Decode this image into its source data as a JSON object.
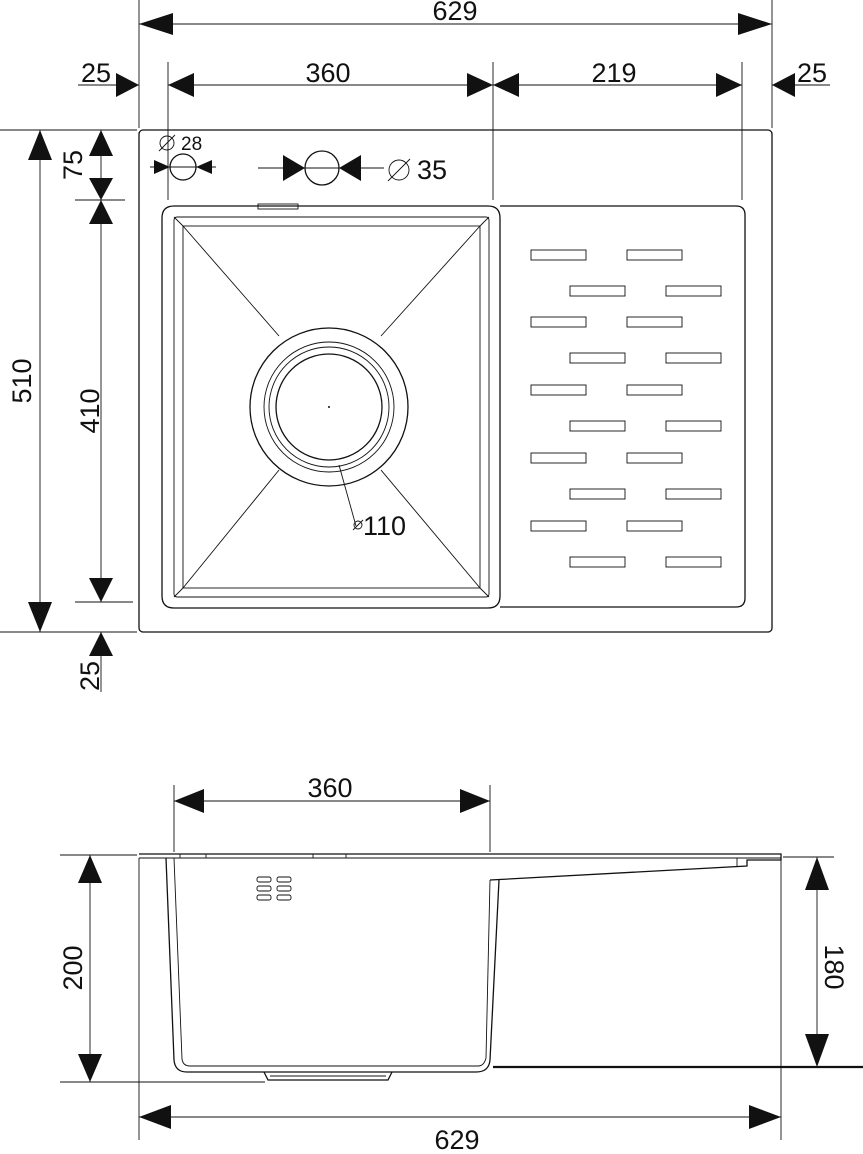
{
  "top_view": {
    "overall_width": "629",
    "left_margin": "25",
    "bowl_width": "360",
    "drainboard_width": "219",
    "right_margin": "25",
    "overall_depth": "510",
    "back_margin": "75",
    "bowl_depth": "410",
    "front_margin": "25",
    "small_hole_diameter": "28",
    "tap_hole_diameter": "35",
    "drain_diameter": "110"
  },
  "side_view": {
    "bowl_width": "360",
    "bowl_height": "200",
    "drainboard_height": "180",
    "overall_width": "629"
  },
  "symbols": {
    "diameter": "∅"
  }
}
